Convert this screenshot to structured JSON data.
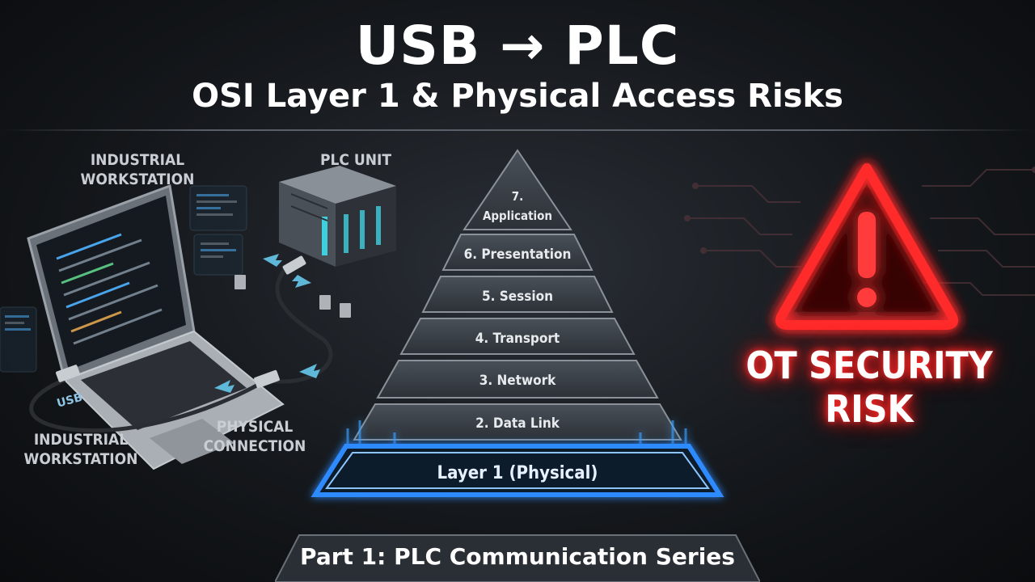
{
  "header": {
    "title": "USB → PLC",
    "subtitle": "OSI Layer 1 & Physical Access Risks"
  },
  "illustration": {
    "label_workstation_top": "INDUSTRIAL WORKSTATION",
    "label_plc": "PLC UNIT",
    "label_workstation_bottom_1": "INDUSTRIAL",
    "label_workstation_bottom_2": "WORKSTATION",
    "label_connection_1": "PHYSICAL",
    "label_connection_2": "CONNECTION",
    "usb_tag": "USB"
  },
  "pyramid": {
    "layers": [
      {
        "label_1": "7.",
        "label_2": "Application"
      },
      {
        "label": "6. Presentation"
      },
      {
        "label": "5. Session"
      },
      {
        "label": "4. Transport"
      },
      {
        "label": "3. Network"
      },
      {
        "label": "2. Data Link"
      },
      {
        "label": "Layer 1 (Physical)"
      }
    ]
  },
  "warning": {
    "text": "OT SECURITY RISK",
    "icon": "warning-triangle-icon",
    "glow_color": "#ff2a2a"
  },
  "footer": {
    "text": "Part 1: PLC Communication Series"
  },
  "colors": {
    "layer1_glow": "#2f8bff",
    "layer_fill": "#3a4048"
  }
}
